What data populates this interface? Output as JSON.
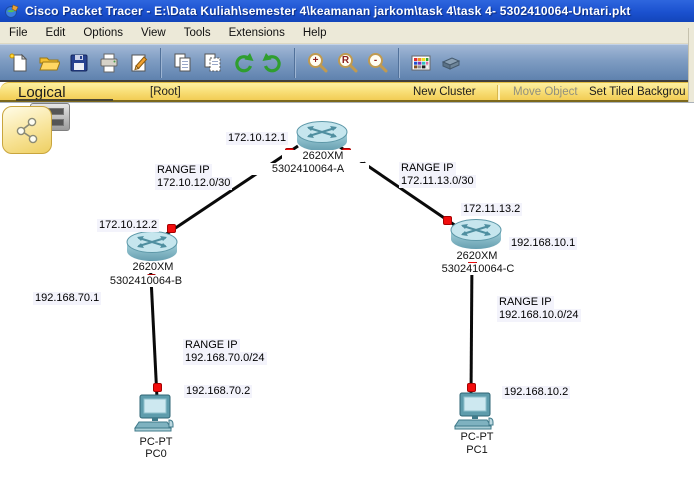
{
  "window": {
    "title": "Cisco Packet Tracer - E:\\Data Kuliah\\semester 4\\keamanan jarkom\\task 4\\task 4- 5302410064-Untari.pkt"
  },
  "menu": {
    "items": [
      "File",
      "Edit",
      "Options",
      "View",
      "Tools",
      "Extensions",
      "Help"
    ]
  },
  "toolbar": {
    "icons": [
      "new-file",
      "open-folder",
      "save",
      "print",
      "activity-wizard",
      "copy",
      "paste",
      "undo",
      "redo",
      "zoom-in",
      "zoom-reset",
      "zoom-out",
      "color-palette",
      "custom-devices"
    ],
    "zoom_in_symbol": "+",
    "zoom_reset_symbol": "R",
    "zoom_out_symbol": "-"
  },
  "workspace_bar": {
    "tab_label": "Logical",
    "breadcrumb": "[Root]",
    "new_cluster": "New Cluster",
    "move_object": "Move Object",
    "set_tiled_background": "Set Tiled Backgrou"
  },
  "topology": {
    "devices": [
      {
        "model": "2620XM",
        "name": "5302410064-A"
      },
      {
        "model": "2620XM",
        "name": "5302410064-B"
      },
      {
        "model": "2620XM",
        "name": "5302410064-C"
      },
      {
        "model": "PC-PT",
        "name": "PC0"
      },
      {
        "model": "PC-PT",
        "name": "PC1"
      }
    ],
    "ip_labels": [
      "172.10.12.1",
      "172.10.12.2",
      "172.11.13.2",
      "192.168.10.1",
      "192.168.70.1",
      "192.168.70.2",
      "192.168.10.2"
    ],
    "range_labels": [
      {
        "title": "RANGE IP",
        "subnet": "172.10.12.0/30"
      },
      {
        "title": "RANGE IP",
        "subnet": "172.11.13.0/30"
      },
      {
        "title": "RANGE IP",
        "subnet": "192.168.70.0/24"
      },
      {
        "title": "RANGE IP",
        "subnet": "192.168.10.0/24"
      }
    ],
    "link_color": "#0a0a0a",
    "port_status_color": "#f20d0d"
  }
}
